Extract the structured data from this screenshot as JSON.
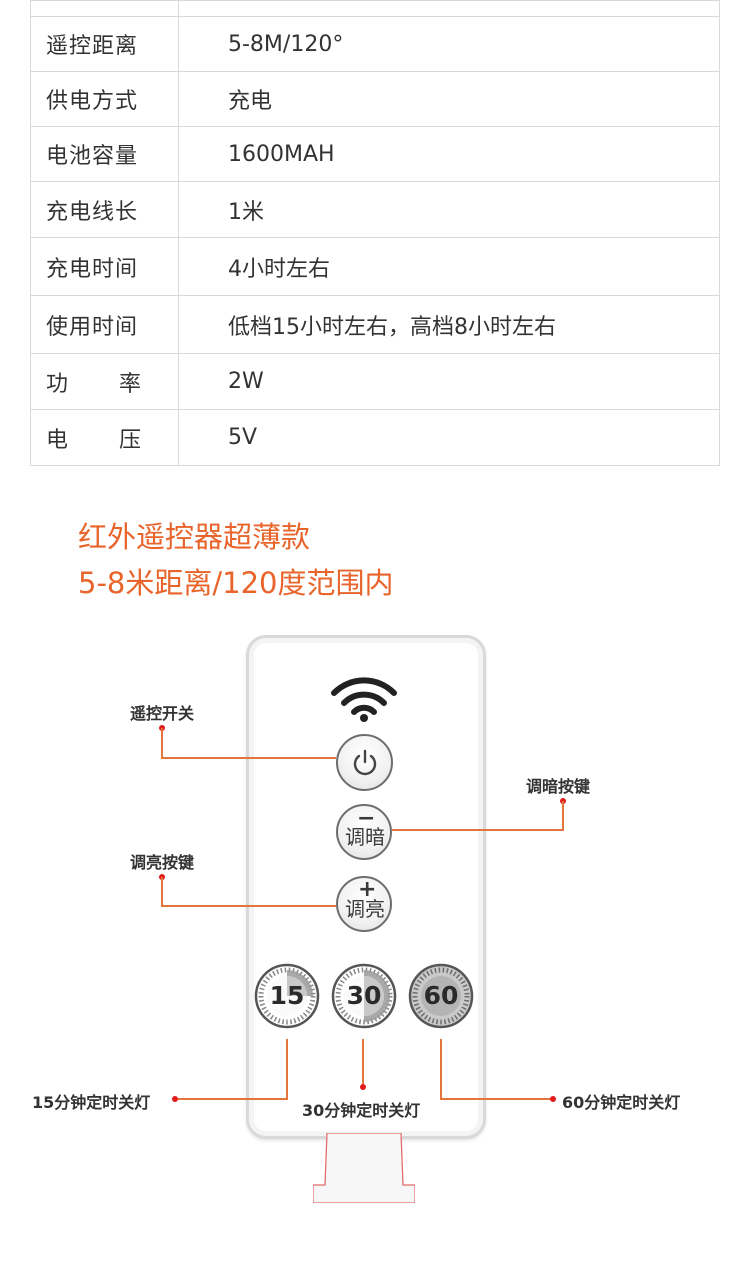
{
  "specs": [
    {
      "key": "",
      "value": ""
    },
    {
      "key": "遥控距离",
      "value": "5-8M/120°"
    },
    {
      "key": "供电方式",
      "value": "充电"
    },
    {
      "key": "电池容量",
      "value": "1600MAH"
    },
    {
      "key": "充电线长",
      "value": "1米"
    },
    {
      "key": "充电时间",
      "value": "4小时左右"
    },
    {
      "key": "使用时间",
      "value": "低档15小时左右，高档8小时左右"
    },
    {
      "key_left": "功",
      "key_right": "率",
      "value": "2W"
    },
    {
      "key_left": "电",
      "key_right": "压",
      "value": "5V"
    }
  ],
  "headline": {
    "line1": "红外遥控器超薄款",
    "line2": "5-8米距离/120度范围内"
  },
  "remote": {
    "dim_symbol": "−",
    "dim_label": "调暗",
    "bright_symbol": "+",
    "bright_label": "调亮",
    "timer_15": "15",
    "timer_30": "30",
    "timer_60": "60"
  },
  "callouts": {
    "power": "遥控开关",
    "dim": "调暗按键",
    "bright": "调亮按键",
    "t15": "15分钟定时关灯",
    "t30": "30分钟定时关灯",
    "t60": "60分钟定时关灯"
  },
  "colors": {
    "headline": "#e8642a",
    "callout_line": "#e3743b",
    "callout_dot": "#e21b1b",
    "table_border": "#d9d9d9"
  }
}
